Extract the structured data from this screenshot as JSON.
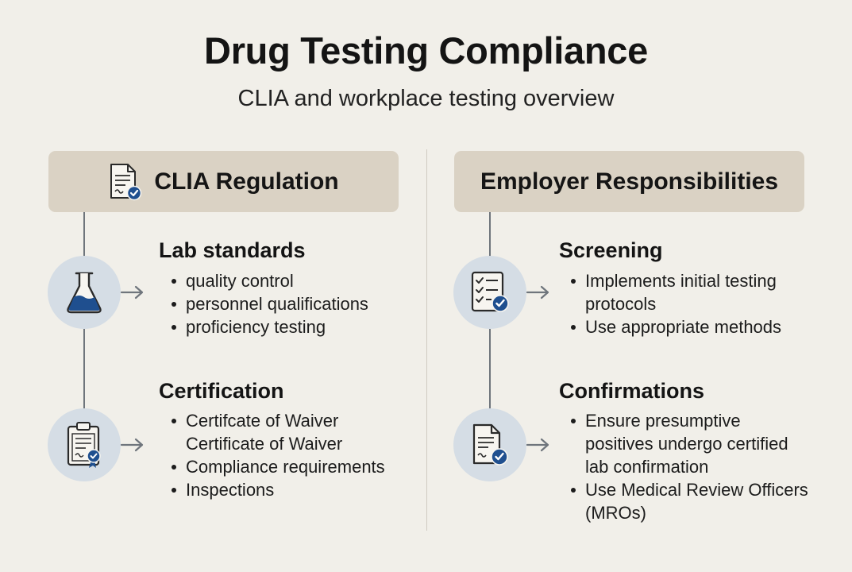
{
  "title": "Drug Testing Compliance",
  "subtitle": "CLIA and workplace testing overview",
  "left": {
    "header": "CLIA Regulation",
    "header_icon": "document-check-icon",
    "sections": [
      {
        "title": "Lab standards",
        "icon": "flask-icon",
        "bullets": [
          [
            "quality control"
          ],
          [
            "personnel qualifications"
          ],
          [
            "proficiency testing"
          ]
        ]
      },
      {
        "title": "Certification",
        "icon": "clipboard-certificate-icon",
        "bullets": [
          [
            "Certifcate of Waiver",
            "Certificate of Waiver"
          ],
          [
            "Compliance requirements"
          ],
          [
            "Inspections"
          ]
        ]
      }
    ]
  },
  "right": {
    "header": "Employer Responsibilities",
    "sections": [
      {
        "title": "Screening",
        "icon": "checklist-check-icon",
        "bullets": [
          [
            "Implements initial testing",
            "protocols"
          ],
          [
            "Use appropriate methods"
          ]
        ]
      },
      {
        "title": "Confirmations",
        "icon": "document-check-icon",
        "bullets": [
          [
            "Ensure presumptive",
            "positives undergo certified",
            "lab confirmation"
          ],
          [
            "Use Medical Review Officers",
            "(MROs)"
          ]
        ]
      }
    ]
  },
  "colors": {
    "background": "#f1efe9",
    "header_fill": "#dad2c4",
    "circle_fill": "#d5dde5",
    "accent_blue": "#1f4f8f",
    "connector": "#6f757c"
  }
}
